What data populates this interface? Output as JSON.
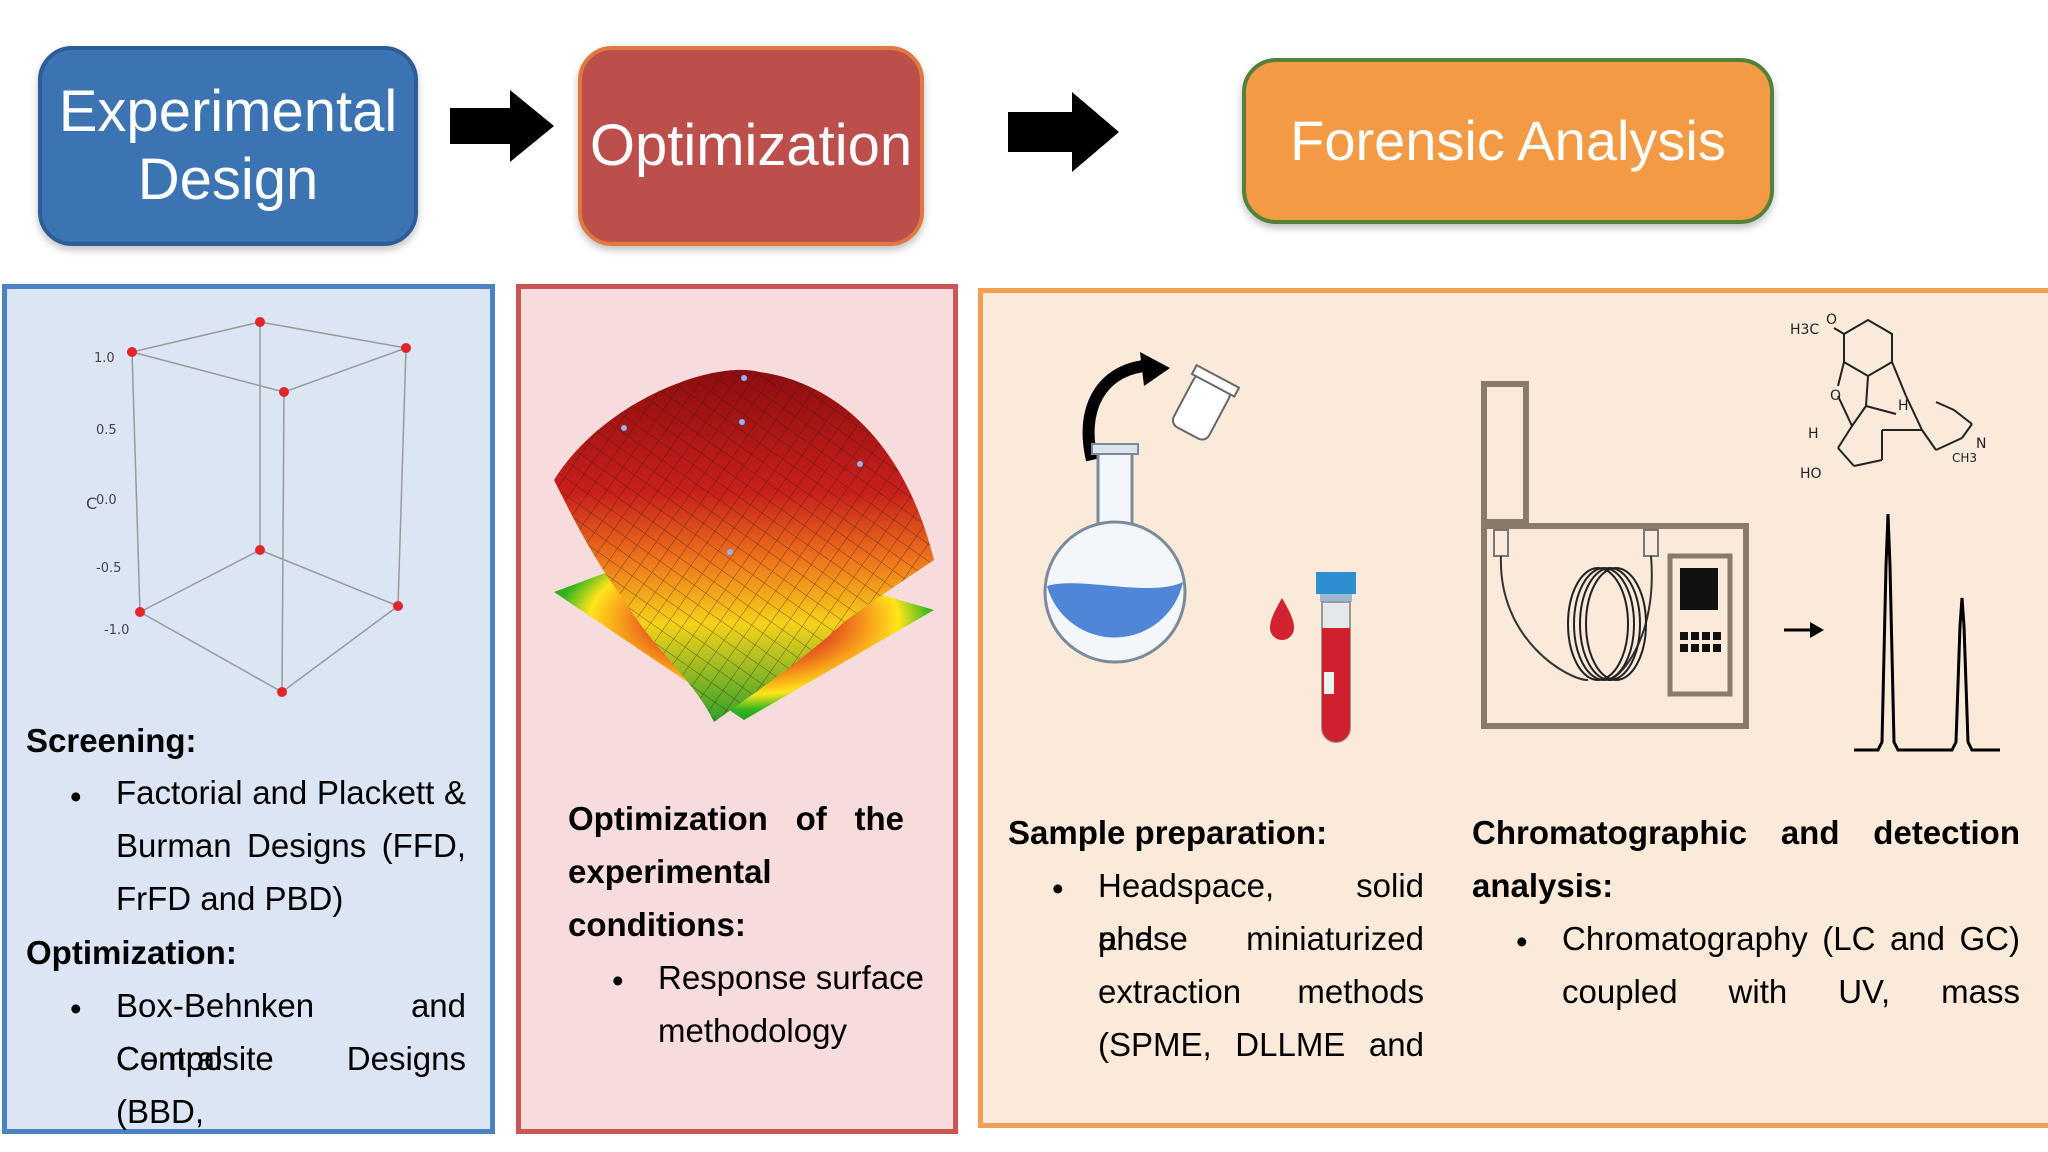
{
  "stages": [
    {
      "label_line1": "Experimental",
      "label_line2": "Design",
      "fill": "#3c73b3",
      "border": "#2d5c98"
    },
    {
      "label": "Optimization",
      "fill": "#bc4f4b",
      "border": "#e0793f"
    },
    {
      "label": "Forensic Analysis",
      "fill": "#f49a45",
      "border": "#53803a"
    }
  ],
  "panels": {
    "design": {
      "bg": "#dbe5f3",
      "border": "#4a82c2",
      "screening_heading": "Screening:",
      "screening_lines": [
        "Factorial and Plackett &",
        "Burman Designs (FFD,",
        "FrFD and PBD)"
      ],
      "optimization_heading": "Optimization:",
      "optimization_lines": [
        "Box-Behnken and Central",
        "Composite Designs (BBD,"
      ],
      "cube_axis_ticks": [
        "1.0",
        "0.5",
        "0.0",
        "-0.5",
        "-1.0"
      ],
      "cube_axis_label": "C"
    },
    "optimization": {
      "bg": "#f6dcdc",
      "border": "#cb5552",
      "heading_lines": [
        "Optimization of the",
        "experimental",
        "conditions:"
      ],
      "bullet_lines": [
        "Response surface",
        "methodology"
      ]
    },
    "forensic": {
      "bg": "#fbe9da",
      "border": "#f0a055",
      "sample_heading": "Sample preparation:",
      "sample_lines": [
        "Headspace, solid phase",
        "and miniaturized",
        "extraction methods",
        "(SPME, DLLME and"
      ],
      "chrom_heading_lines": [
        "Chromatographic and detection",
        "analysis:"
      ],
      "chrom_lines": [
        "Chromatography (LC and GC)",
        "coupled with UV, mass"
      ],
      "molecule_labels": [
        "H3C",
        "O",
        "O",
        "H",
        "H",
        "N",
        "CH3",
        "HO"
      ]
    }
  }
}
